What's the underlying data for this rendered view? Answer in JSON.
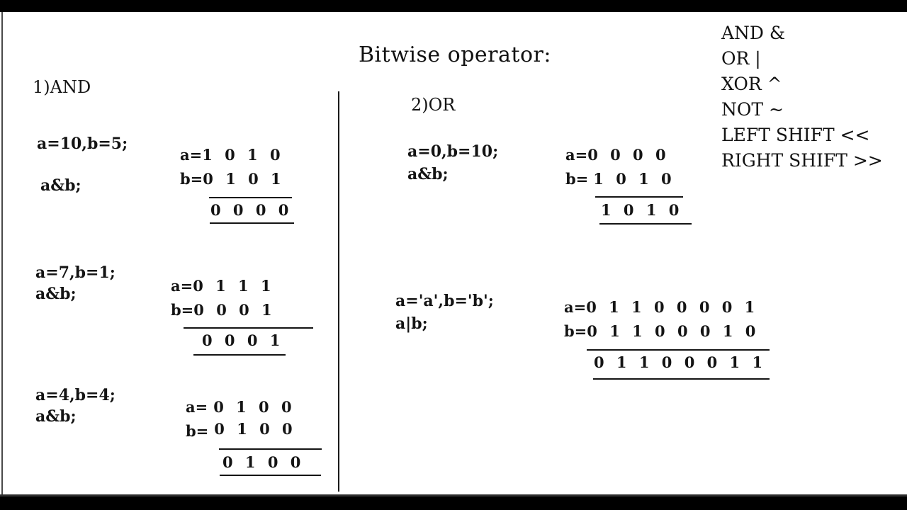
{
  "title": "Bitwise operator:",
  "legend": {
    "items": [
      "AND &",
      "OR |",
      "XOR ^",
      "NOT ~",
      "LEFT SHIFT <<",
      "RIGHT SHIFT >>"
    ]
  },
  "left_column": {
    "heading": "1)AND",
    "examples": [
      {
        "declaration": "a=10,b=5;",
        "operation": "a&b;",
        "a_label": "a=",
        "a_bits": "1 0 1 0",
        "b_label": "b=",
        "b_bits": "0 1 0 1",
        "result_bits": "0 0 0 0"
      },
      {
        "declaration": "a=7,b=1;",
        "operation": "a&b;",
        "a_label": "a=",
        "a_bits": "0 1 1 1",
        "b_label": "b=",
        "b_bits": "0 0 0 1",
        "result_bits": "0 0 0 1"
      },
      {
        "declaration": "a=4,b=4;",
        "operation": "a&b;",
        "a_label": "a=",
        "a_bits": "0 1 0 0",
        "b_label": "b=",
        "b_bits": "0 1 0 0",
        "result_bits": "0 1 0 0"
      }
    ]
  },
  "right_column": {
    "heading": "2)OR",
    "examples": [
      {
        "declaration": "a=0,b=10;",
        "operation": "a&b;",
        "a_label": "a=",
        "a_bits": "0 0 0 0",
        "b_label": "b=",
        "b_bits": "1 0 1 0",
        "result_bits": "1 0 1 0"
      },
      {
        "declaration": "a='a',b='b';",
        "operation": "a|b;",
        "a_label": "a=",
        "a_bits": "0 1 1 0 0 0 0 1",
        "b_label": "b=",
        "b_bits": "0 1 1 0 0 0 1 0",
        "result_bits": "0 1 1 0 0 0 1 1"
      }
    ]
  },
  "colors": {
    "ink": "#141414",
    "paper": "#ffffff",
    "letterbox": "#000000"
  }
}
